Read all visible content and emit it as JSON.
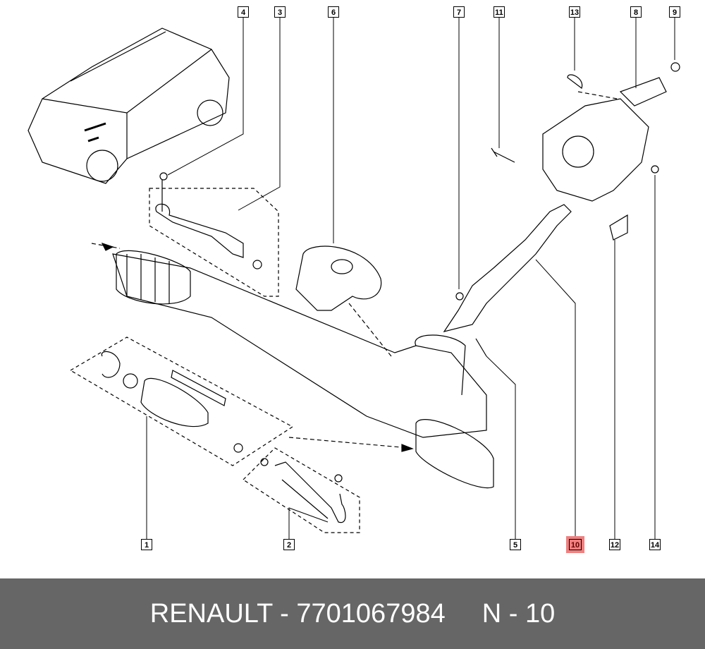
{
  "callouts": {
    "c1": "1",
    "c2": "2",
    "c3": "3",
    "c4": "4",
    "c5": "5",
    "c6": "6",
    "c7": "7",
    "c8": "8",
    "c9": "9",
    "c10": "10",
    "c11": "11",
    "c12": "12",
    "c13": "13",
    "c14": "14"
  },
  "highlighted_callout": "10",
  "highlight_color": "#f08080",
  "footer": {
    "part_label": "RENAULT - 7701067984",
    "position_label": "N - 10"
  }
}
